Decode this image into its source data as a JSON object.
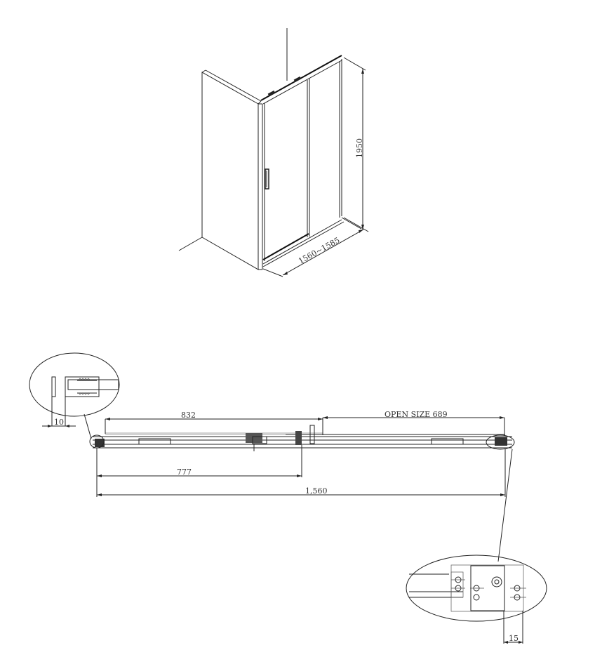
{
  "title": "Sliding shower door enclosure technical drawing",
  "isometric_view": {
    "height_label": "1950",
    "width_label": "1560~1585"
  },
  "plan_view": {
    "dims": {
      "door_width": "832",
      "open_size": "OPEN SIZE 689",
      "fixed_panel": "777",
      "overall_width": "1,560"
    },
    "detail_left": {
      "adjustment": "10"
    },
    "detail_right": {
      "adjustment": "15"
    }
  }
}
